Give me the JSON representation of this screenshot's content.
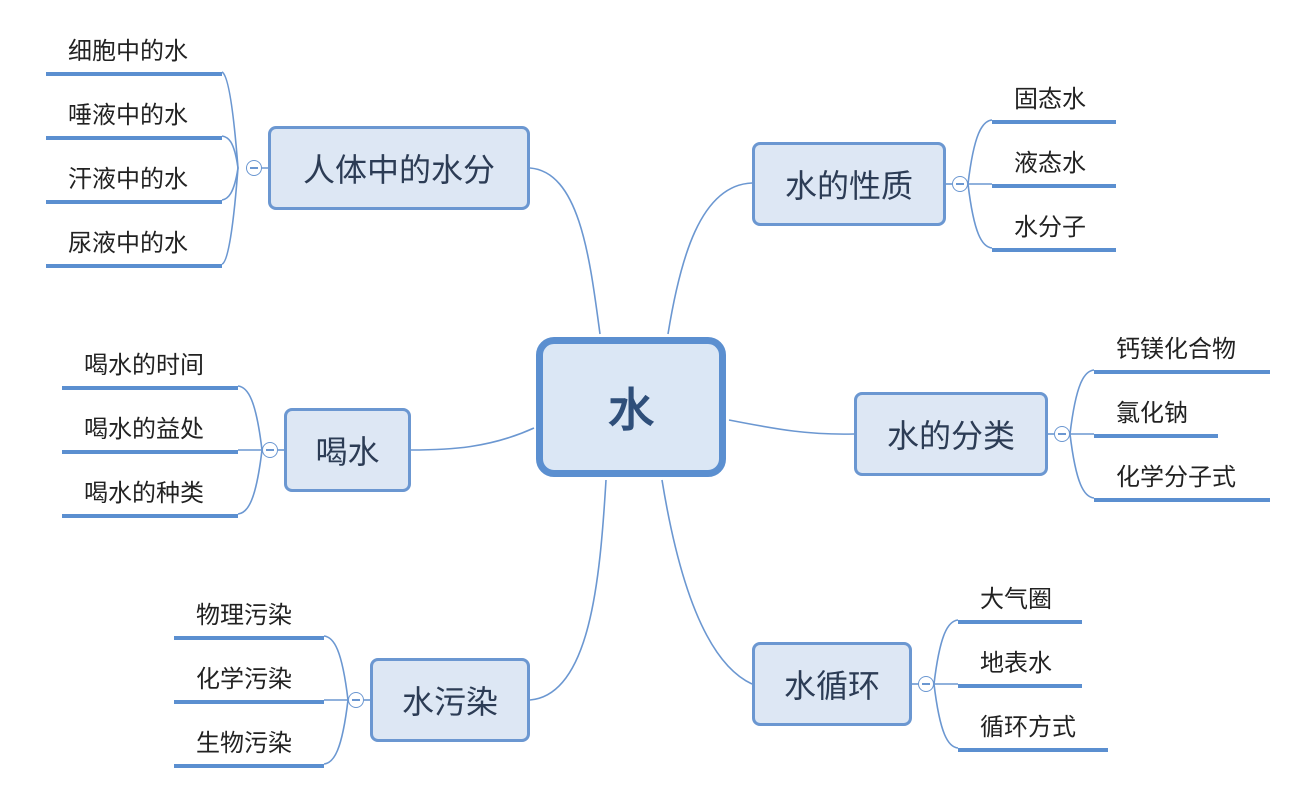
{
  "center": {
    "label": "水"
  },
  "branches": {
    "body_water": {
      "label": "人体中的水分",
      "children": [
        "细胞中的水",
        "唾液中的水",
        "汗液中的水",
        "尿液中的水"
      ]
    },
    "drinking": {
      "label": "喝水",
      "children": [
        "喝水的时间",
        "喝水的益处",
        "喝水的种类"
      ]
    },
    "pollution": {
      "label": "水污染",
      "children": [
        "物理污染",
        "化学污染",
        "生物污染"
      ]
    },
    "properties": {
      "label": "水的性质",
      "children": [
        "固态水",
        "液态水",
        "水分子"
      ]
    },
    "classification": {
      "label": "水的分类",
      "children": [
        "钙镁化合物",
        "氯化钠",
        "化学分子式"
      ]
    },
    "cycle": {
      "label": "水循环",
      "children": [
        "大气圈",
        "地表水",
        "循环方式"
      ]
    }
  },
  "colors": {
    "line": "#6b97d1",
    "node_fill": "#dde7f4",
    "center_border": "#5b8fd0"
  }
}
